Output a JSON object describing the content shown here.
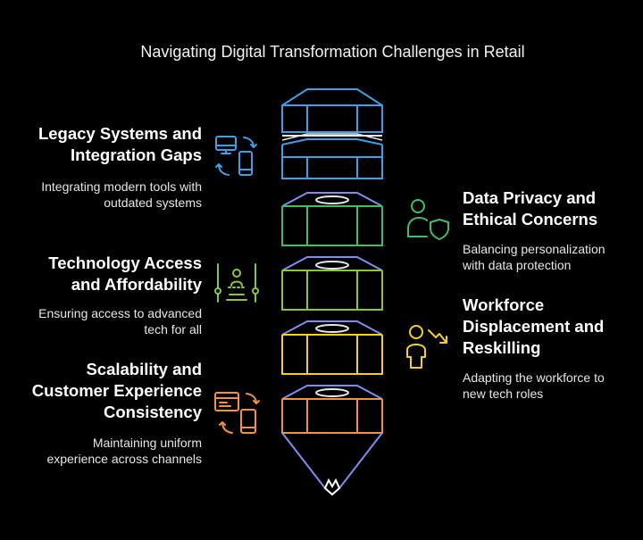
{
  "title": "Navigating Digital Transformation Challenges in Retail",
  "colors": {
    "blue": "#3aa0e8",
    "green": "#3fbf63",
    "lime": "#8cc63f",
    "yellow": "#f2d21b",
    "orange": "#f5913e",
    "periwinkle": "#7d8ff0"
  },
  "items": [
    {
      "heading_line1": "Legacy Systems and",
      "heading_line2": "Integration Gaps",
      "desc_line1": "Integrating modern tools with",
      "desc_line2": "outdated systems",
      "icon": "devices-sync-icon"
    },
    {
      "heading_line1": "Data Privacy and",
      "heading_line2": "Ethical Concerns",
      "desc_line1": "Balancing personalization",
      "desc_line2": "with data protection",
      "icon": "user-shield-icon"
    },
    {
      "heading_line1": "Technology Access",
      "heading_line2": "and Affordability",
      "desc_line1": "Ensuring access to advanced",
      "desc_line2": "tech for all",
      "icon": "balance-user-icon"
    },
    {
      "heading_line1": "Workforce",
      "heading_line2": "Displacement and",
      "heading_line3": "Reskilling",
      "desc_line1": "Adapting the workforce to",
      "desc_line2": "new tech roles",
      "icon": "user-decline-icon"
    },
    {
      "heading_line1": "Scalability and",
      "heading_line2": "Customer Experience",
      "heading_line3": "Consistency",
      "desc_line1": "Maintaining uniform",
      "desc_line2": "experience across channels",
      "icon": "screen-mobile-sync-icon"
    }
  ]
}
